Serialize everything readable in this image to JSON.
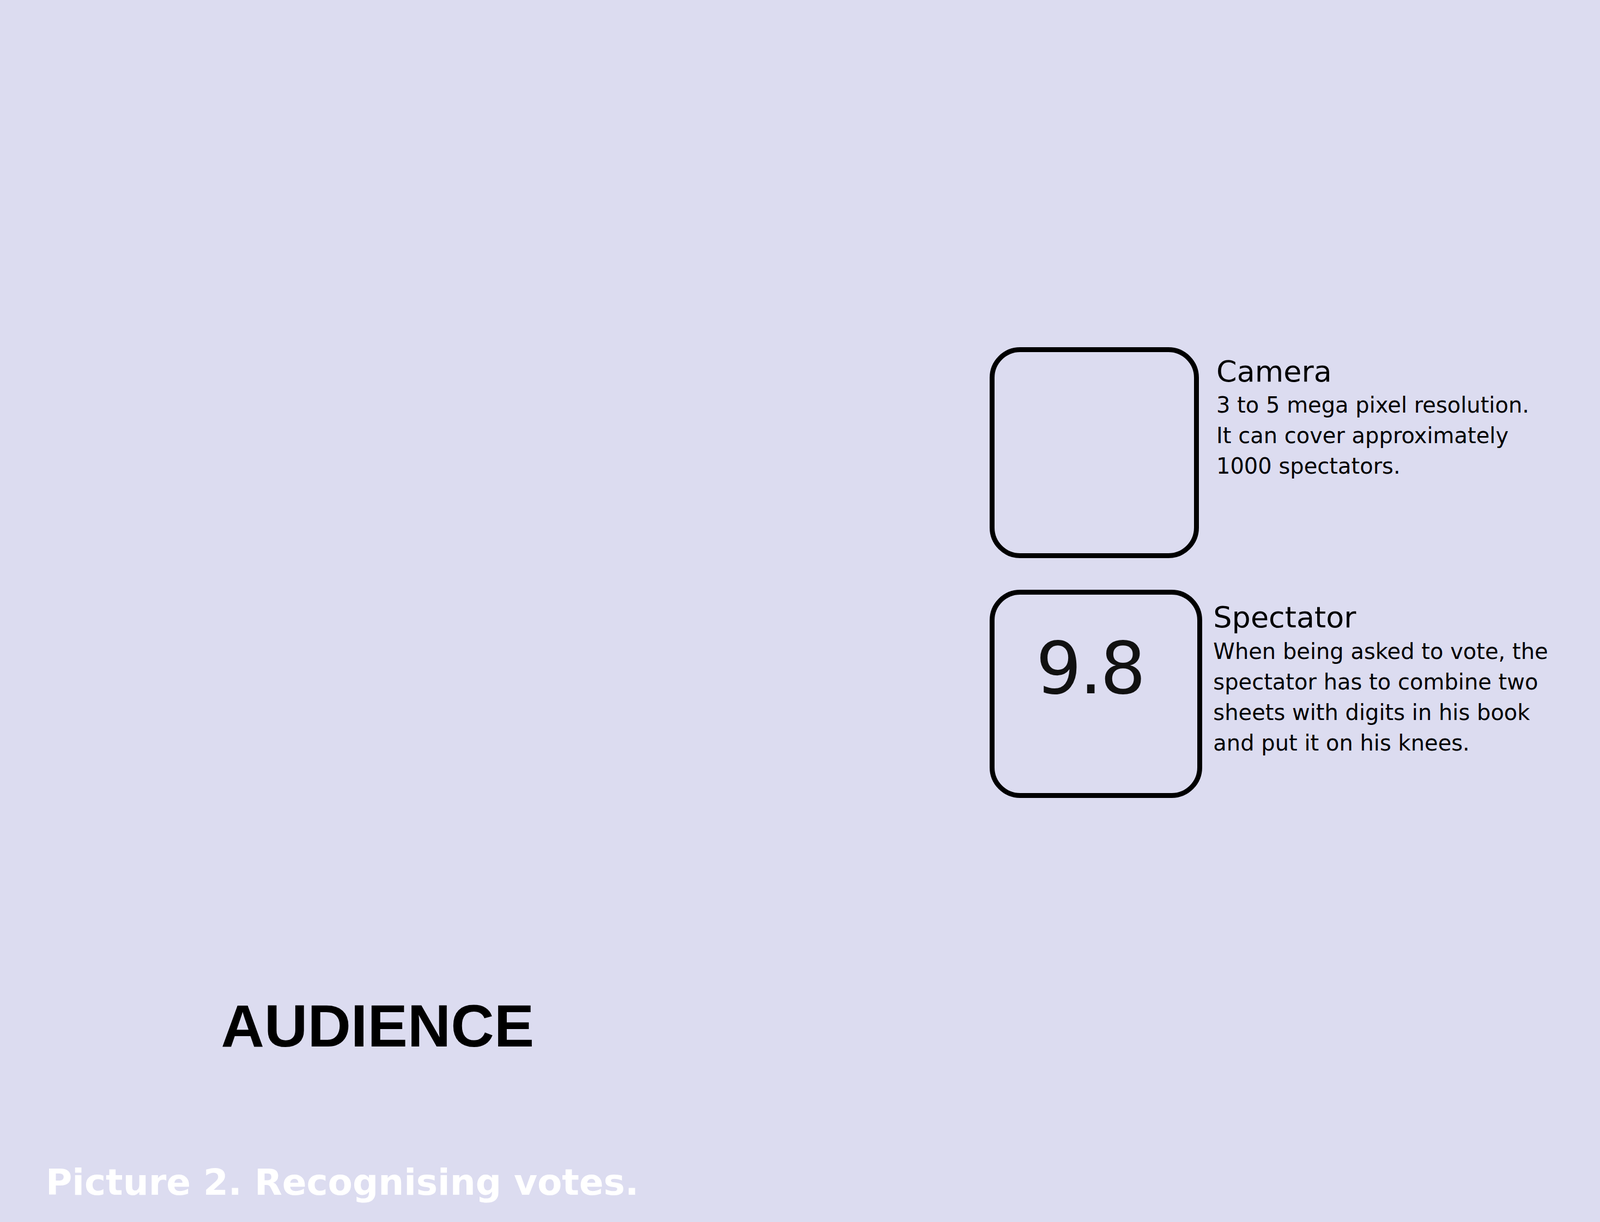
{
  "diagram": {
    "caption": "Picture 2. Recognising votes.",
    "nodes": [
      {
        "text": [
          "Camera",
          "3 to 5 mega pixel resolution. It can cover approximately 1000 spectators."
        ]
      },
      {
        "text": [
          "Spectator",
          "When being asked to vote, the spectator has to combine two sheets with digits in his book and put it on his knees."
        ]
      },
      {
        "text": [
          "AUDIENCE"
        ]
      }
    ],
    "edges": [
      {
        "from": 2,
        "to": 1,
        "arrow": "none"
      }
    ],
    "labels": [
      "9.8"
    ]
  }
}
